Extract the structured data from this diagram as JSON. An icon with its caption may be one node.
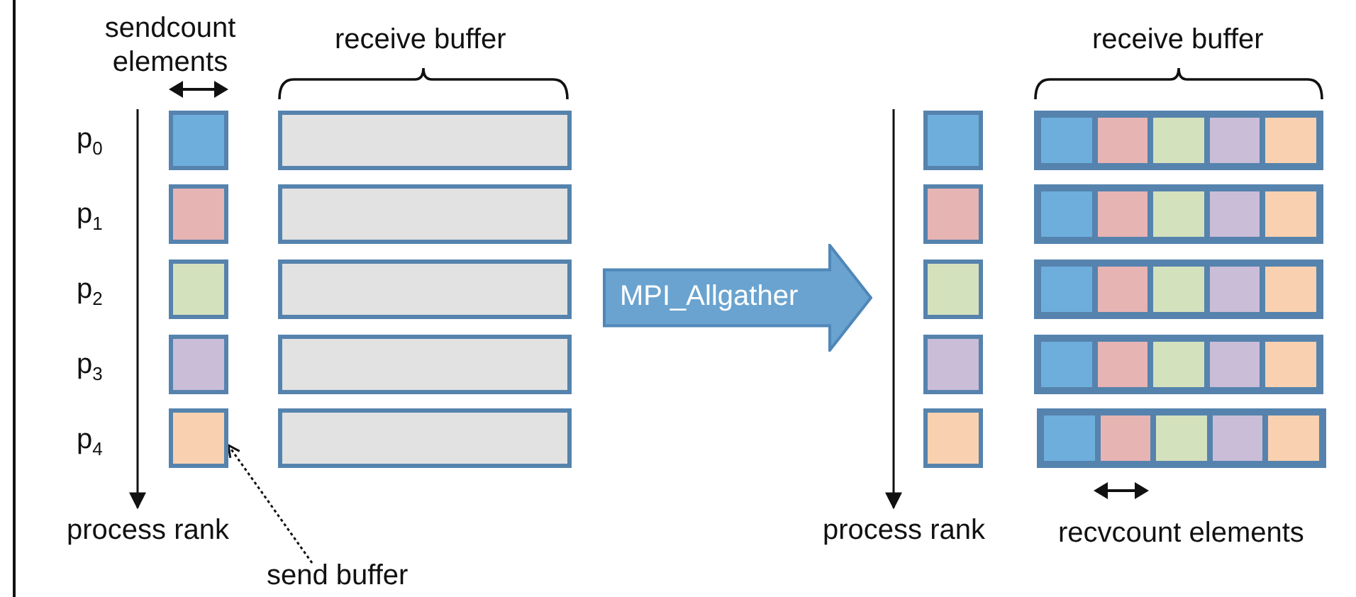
{
  "diagram": {
    "nodes": [
      {
        "text": [],
        "shape": "box"
      },
      {
        "text": [],
        "shape": "box"
      },
      {
        "text": [],
        "shape": "box"
      },
      {
        "text": [],
        "shape": "box"
      },
      {
        "text": [],
        "shape": "box"
      },
      {
        "text": [],
        "shape": "box"
      },
      {
        "text": [],
        "shape": "box"
      },
      {
        "text": [],
        "shape": "box"
      },
      {
        "text": [],
        "shape": "box"
      },
      {
        "text": [],
        "shape": "box"
      },
      {
        "text": [
          "MPI_Allgather"
        ]
      },
      {
        "text": [],
        "shape": "box"
      },
      {
        "text": [],
        "shape": "box"
      },
      {
        "text": [],
        "shape": "box"
      },
      {
        "text": [],
        "shape": "box"
      },
      {
        "text": [],
        "shape": "box"
      },
      {
        "text": [],
        "shape": "box"
      },
      {
        "text": [],
        "shape": "box",
        "in": 16
      },
      {
        "text": [],
        "shape": "box",
        "in": 16
      },
      {
        "text": [],
        "shape": "box",
        "in": 16
      },
      {
        "text": [],
        "shape": "box",
        "in": 16
      },
      {
        "text": [],
        "shape": "box",
        "in": 16
      },
      {
        "text": [],
        "shape": "box"
      },
      {
        "text": [],
        "shape": "box",
        "in": 22
      },
      {
        "text": [],
        "shape": "box",
        "in": 22
      },
      {
        "text": [],
        "shape": "box",
        "in": 22
      },
      {
        "text": [],
        "shape": "box",
        "in": 22
      },
      {
        "text": [],
        "shape": "box",
        "in": 22
      },
      {
        "text": [],
        "shape": "box"
      },
      {
        "text": [],
        "shape": "box",
        "in": 28
      },
      {
        "text": [],
        "shape": "box",
        "in": 28
      },
      {
        "text": [],
        "shape": "box",
        "in": 28
      },
      {
        "text": [],
        "shape": "box",
        "in": 28
      },
      {
        "text": [],
        "shape": "box",
        "in": 28
      },
      {
        "text": [],
        "shape": "box"
      },
      {
        "text": [],
        "shape": "box",
        "in": 34
      },
      {
        "text": [],
        "shape": "box",
        "in": 34
      },
      {
        "text": [],
        "shape": "box",
        "in": 34
      },
      {
        "text": [],
        "shape": "box",
        "in": 34
      },
      {
        "text": [],
        "shape": "box",
        "in": 34
      },
      {
        "text": [],
        "shape": "box"
      },
      {
        "text": [],
        "shape": "box",
        "in": 40
      },
      {
        "text": [],
        "shape": "box",
        "in": 40
      },
      {
        "text": [],
        "shape": "box",
        "in": 40
      },
      {
        "text": [],
        "shape": "box",
        "in": 40
      },
      {
        "text": [],
        "shape": "box",
        "in": 40
      },
      {
        "text": [
          "send buffer"
        ]
      }
    ],
    "edges": [
      {
        "from": 46,
        "to": 4,
        "arrow": "to",
        "style": "dashed"
      }
    ],
    "labels": [
      "sendcount elements",
      "receive buffer",
      "receive buffer",
      "p$_{0}$",
      "p$_{1}$",
      "p$_{2}$",
      "p$_{3}$",
      "p$_{4}$",
      "process rank",
      "process rank",
      "recvcount elements"
    ]
  }
}
